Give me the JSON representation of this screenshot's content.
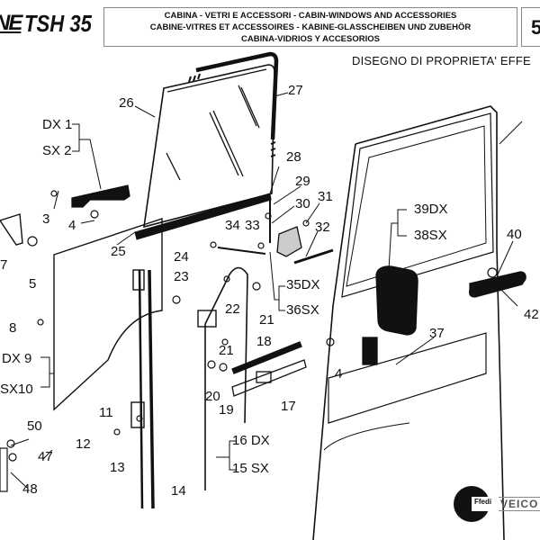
{
  "header": {
    "brand_suffix": "NE",
    "model": "TSH 35",
    "title_lines": [
      "CABINA - VETRI E ACCESSORI - CABIN-WINDOWS AND ACCESSORIES",
      "CABINE-VITRES ET ACCESSOIRES - KABINE-GLASSCHEIBEN UND ZUBEHÖR",
      "CABINA-VIDRIOS Y ACCESORIOS"
    ],
    "page_number": "5",
    "property_notice": "DISEGNO DI PROPRIETA' EFFE"
  },
  "parts_callouts": [
    {
      "id": "DX 1"
    },
    {
      "id": "SX 2"
    },
    {
      "id": "3"
    },
    {
      "id": "4"
    },
    {
      "id": "5"
    },
    {
      "id": "7"
    },
    {
      "id": "8"
    },
    {
      "id": "DX 9"
    },
    {
      "id": "SX10"
    },
    {
      "id": "11"
    },
    {
      "id": "12"
    },
    {
      "id": "13"
    },
    {
      "id": "14"
    },
    {
      "id": "15 SX"
    },
    {
      "id": "16 DX"
    },
    {
      "id": "17"
    },
    {
      "id": "18"
    },
    {
      "id": "19"
    },
    {
      "id": "20"
    },
    {
      "id": "21"
    },
    {
      "id": "21"
    },
    {
      "id": "22"
    },
    {
      "id": "23"
    },
    {
      "id": "24"
    },
    {
      "id": "25"
    },
    {
      "id": "26"
    },
    {
      "id": "27"
    },
    {
      "id": "28"
    },
    {
      "id": "29"
    },
    {
      "id": "30"
    },
    {
      "id": "31"
    },
    {
      "id": "32"
    },
    {
      "id": "33"
    },
    {
      "id": "34"
    },
    {
      "id": "35DX"
    },
    {
      "id": "36SX"
    },
    {
      "id": "37"
    },
    {
      "id": "38SX"
    },
    {
      "id": "39DX"
    },
    {
      "id": "40"
    },
    {
      "id": "4"
    },
    {
      "id": "42"
    },
    {
      "id": "47"
    },
    {
      "id": "48"
    },
    {
      "id": "50"
    }
  ],
  "footer": {
    "logo_text": "Ffedi",
    "company": "VEICO"
  }
}
